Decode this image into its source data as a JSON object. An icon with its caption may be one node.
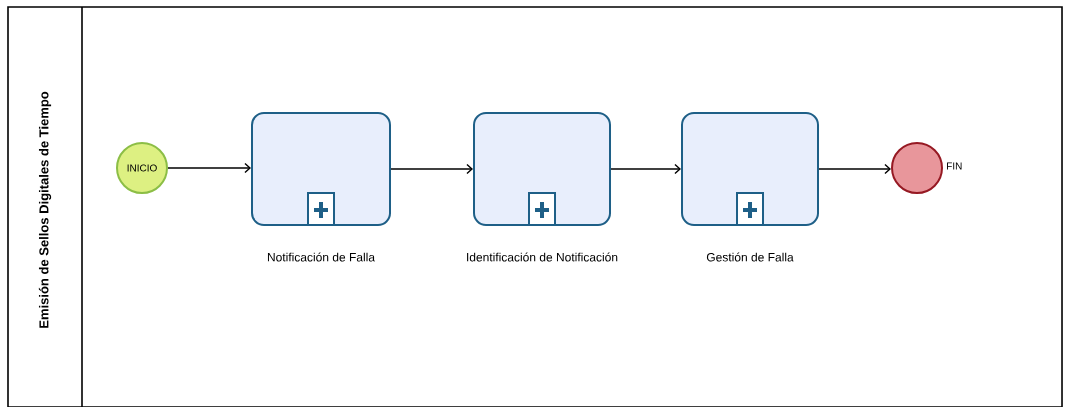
{
  "diagram": {
    "nodes": [
      {
        "text": [
          "Emisión de Sellos Digitales de Tiempo"
        ]
      },
      {
        "text": [
          "INICIO"
        ],
        "in": 0
      },
      {
        "text": [
          "Notificación de Falla"
        ],
        "in": 0
      },
      {
        "text": [
          "Identificación de Notificación"
        ],
        "in": 0
      },
      {
        "text": [
          "Gestión de Falla"
        ],
        "in": 0
      },
      {
        "text": [
          "FIN"
        ],
        "in": 0
      }
    ],
    "edges": [
      {
        "from": 1,
        "to": 2,
        "arrow": "to"
      },
      {
        "from": 2,
        "to": 3,
        "arrow": "to"
      },
      {
        "from": 3,
        "to": 4,
        "arrow": "to"
      },
      {
        "from": 4,
        "to": 5,
        "arrow": "to"
      }
    ]
  }
}
